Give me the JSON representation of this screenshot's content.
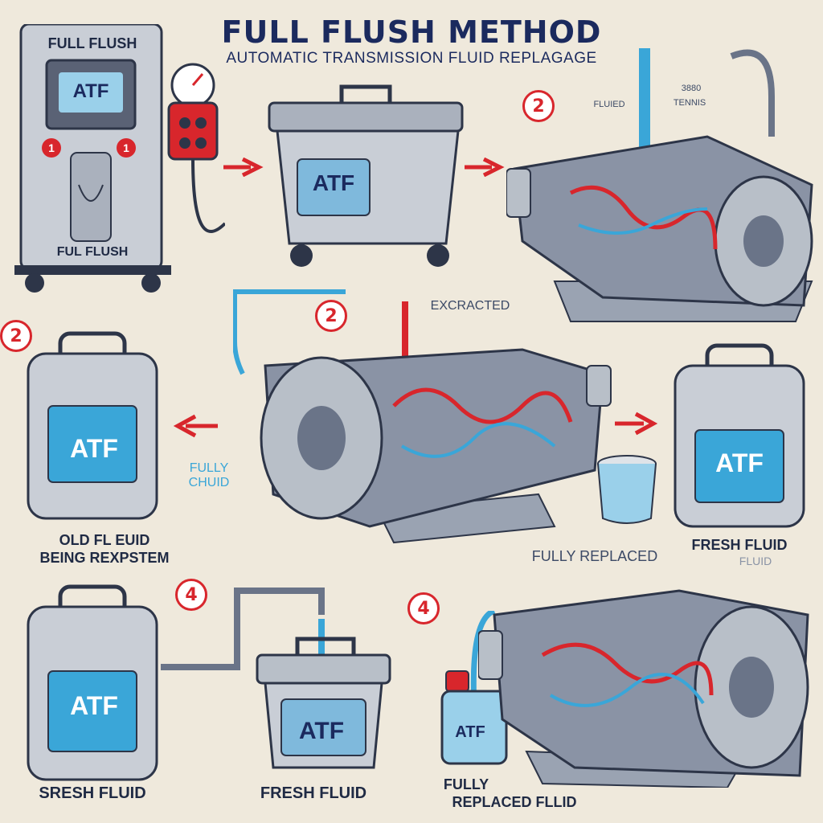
{
  "header": {
    "title": "FULL FLUSH METHOD",
    "subtitle": "AUTOMATIC TRANSMISSION FLUID REPLAGAGE"
  },
  "machine": {
    "top_label": "FULL FLUSH",
    "screen_label": "ATF",
    "bottom_label": "FUL FLUSH",
    "badge_left": "1",
    "badge_right": "1"
  },
  "tank": {
    "label": "ATF"
  },
  "steps": {
    "step_2_top": "2",
    "step_2_mid": "2",
    "step_2_left": "2",
    "step_4_left": "4",
    "step_4_right": "4"
  },
  "annotations": {
    "extracted": "EXCRACTED",
    "fully_chuid": "FULLY\nCHUID",
    "old_fluid_line1": "OLD FL EUID",
    "old_fluid_line2": "BEING REXPSTEM",
    "fully_replaced": "FULLY REPLACED",
    "fresh_fluid_right": "FRESH FLUID",
    "fresh_fluid_right_sub": "FLUID",
    "fresh_fluid_left": "SRESH FLUID",
    "fresh_fluid_mid": "FRESH FLUID",
    "fully_replaced_fluid_line1": "FULLY",
    "fully_replaced_fluid_line2": "REPLACED FLLID",
    "tiny_tag_1": "3880",
    "tiny_tag_2": "TENNIS",
    "tiny_tag_3": "FLUIED"
  },
  "containers": {
    "jug_mid_left": "ATF",
    "jug_mid_right": "ATF",
    "jug_bottom_left": "ATF",
    "bin_bottom": "ATF",
    "bottle_bottom": "ATF"
  },
  "colors": {
    "accent_red": "#d8262c",
    "navy": "#1b2a5e",
    "fluid_blue": "#3aa6d8",
    "metal_gray": "#b8bfc8",
    "background": "#efe9dc"
  }
}
